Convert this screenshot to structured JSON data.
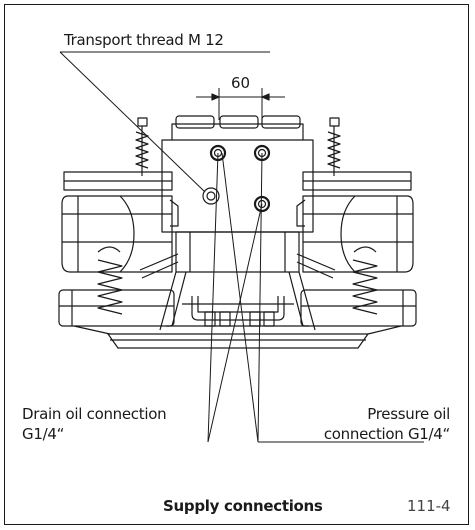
{
  "labels": {
    "transport_thread": "Transport thread M 12",
    "dimension": "60",
    "drain_line1": "Drain oil connection",
    "drain_line2": "G1/4“",
    "pressure_line1": "Pressure oil",
    "pressure_line2": "connection G1/4“"
  },
  "caption": {
    "title": "Supply connections",
    "figure_number": "111-4"
  },
  "colors": {
    "line": "#1a1a1a",
    "fill": "#ffffff"
  }
}
